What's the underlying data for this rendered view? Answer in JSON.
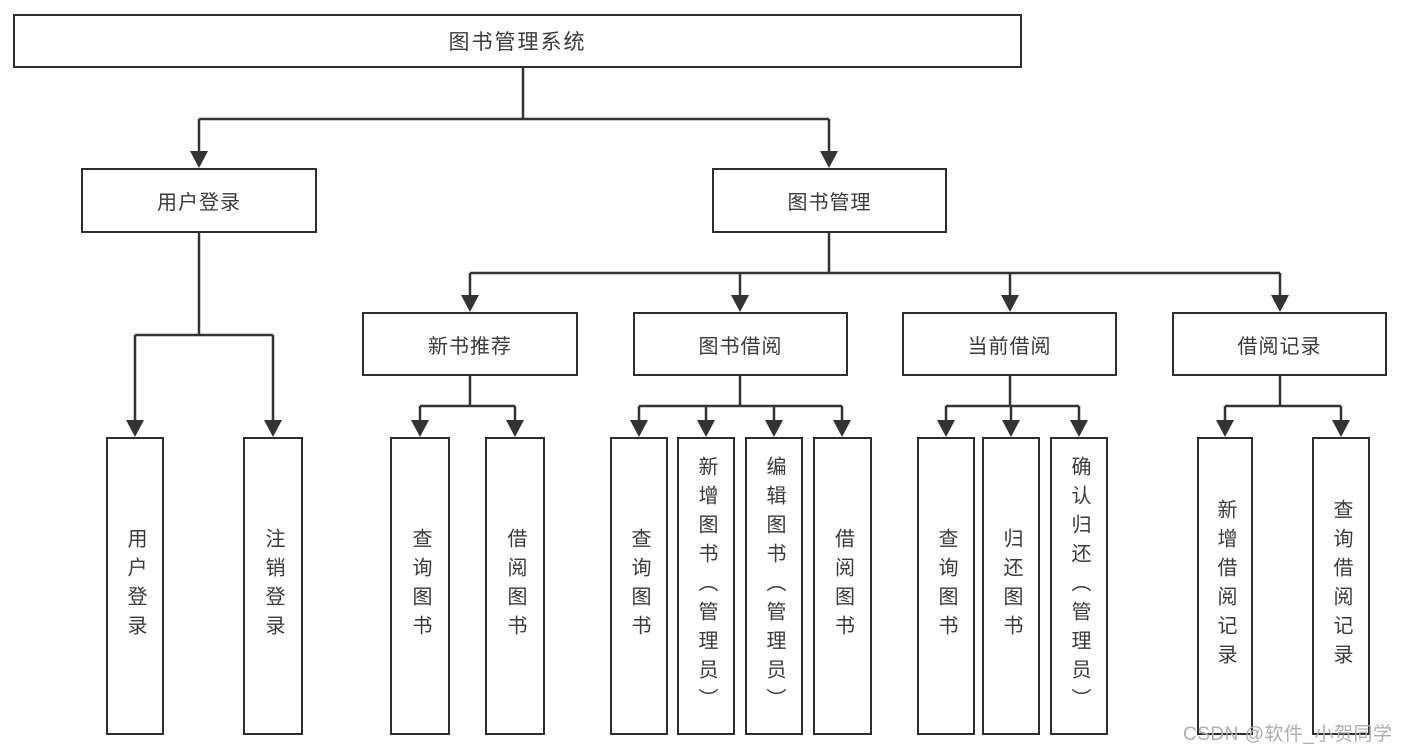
{
  "page": {
    "background": "#ffffff",
    "line_color": "#333333",
    "box_border_color": "#2e2e2e",
    "box_fill": "#ffffff",
    "text_color": "#3a3a3a",
    "watermark_color": "#aeaeae",
    "watermark_text": "CSDN @软件_小贺同学"
  },
  "diagram": {
    "type": "hierarchy-tree",
    "root": "图书管理系统",
    "level2": [
      "用户登录",
      "图书管理"
    ],
    "level3": [
      "新书推荐",
      "图书借阅",
      "当前借阅",
      "借阅记录"
    ],
    "leaf_groups": [
      {
        "parent": "用户登录",
        "items": [
          "用户登录",
          "注销登录"
        ]
      },
      {
        "parent": "新书推荐",
        "items": [
          "查询图书",
          "借阅图书"
        ]
      },
      {
        "parent": "图书借阅",
        "items": [
          "查询图书",
          "新增图书（管理员）",
          "编辑图书（管理员）",
          "借阅图书"
        ]
      },
      {
        "parent": "当前借阅",
        "items": [
          "查询图书",
          "归还图书",
          "确认归还（管理员）"
        ]
      },
      {
        "parent": "借阅记录",
        "items": [
          "新增借阅记录",
          "查询借阅记录"
        ]
      }
    ]
  }
}
